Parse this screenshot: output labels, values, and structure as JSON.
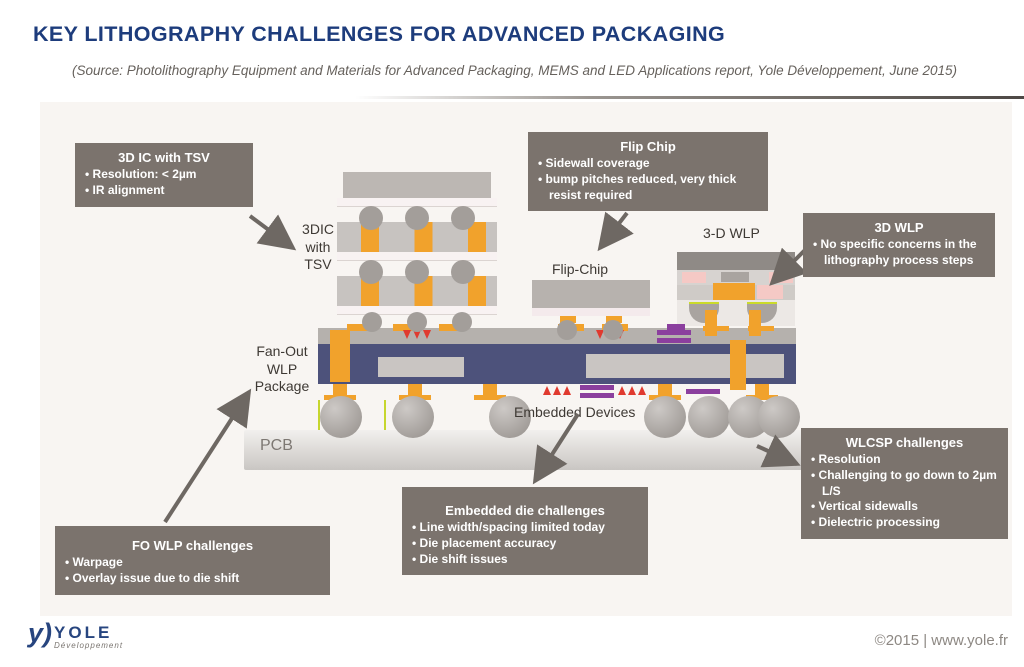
{
  "header": {
    "title": "KEY LITHOGRAPHY CHALLENGES FOR ADVANCED PACKAGING",
    "source": "(Source: Photolithography Equipment and Materials for Advanced Packaging, MEMS and LED Applications report, Yole Développement, June 2015)"
  },
  "callouts": [
    {
      "title": "3D IC with TSV",
      "bullets": [
        "Resolution: < 2µm",
        "IR alignment"
      ]
    },
    {
      "title": "Flip Chip",
      "bullets": [
        "Sidewall coverage",
        "bump pitches reduced, very thick resist required"
      ]
    },
    {
      "title": "3D WLP",
      "bullets": [
        "No specific concerns in the lithography process steps"
      ]
    },
    {
      "title": "WLCSP challenges",
      "bullets": [
        "Resolution",
        "Challenging to go down to 2µm L/S",
        "Vertical sidewalls",
        "Dielectric processing"
      ]
    },
    {
      "title": "Embedded die challenges",
      "bullets": [
        "Line width/spacing limited today",
        "Die placement accuracy",
        "Die shift issues"
      ]
    },
    {
      "title": "FO WLP challenges",
      "bullets": [
        "Warpage",
        "Overlay issue due to die shift"
      ]
    }
  ],
  "diagram_labels": {
    "stack_3dic": "3DIC\nwith\nTSV",
    "flip_chip": "Flip-Chip",
    "wlp_3d": "3-D WLP",
    "fan_out": "Fan-Out\nWLP\nPackage",
    "pcb": "PCB",
    "embedded_devices": "Embedded Devices"
  },
  "colors": {
    "title_navy": "#1d3c7c",
    "callout_gray": "#7b736d",
    "substrate_navy": "#4d527b",
    "copper_orange": "#f1a22c",
    "accent_red": "#e03a2f",
    "accent_purple": "#8b3f9e"
  },
  "footer": {
    "logo_mark": "y)",
    "logo_text": "YOLE",
    "logo_subtext": "Développement",
    "copyright": "©2015 | www.yole.fr"
  }
}
